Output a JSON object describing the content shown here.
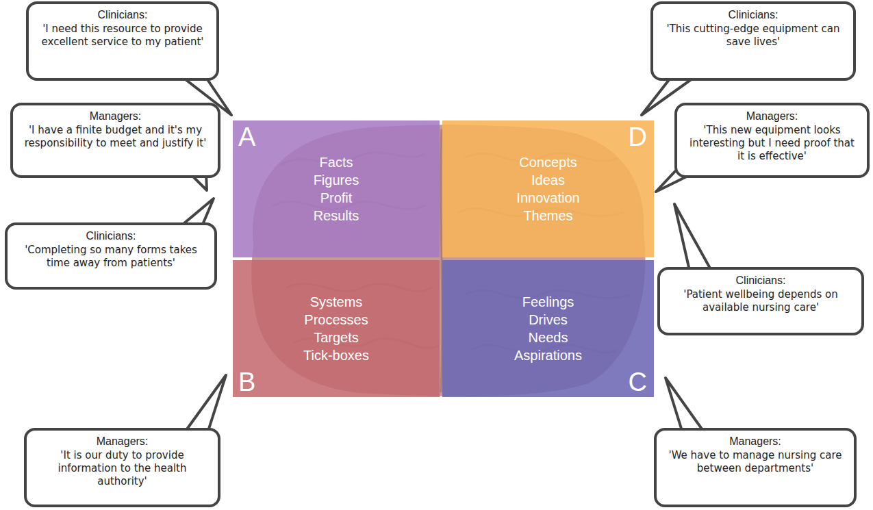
{
  "diagram": {
    "nodes": [
      {
        "text": [
          "A",
          "Facts",
          "Figures",
          "Profit",
          "Results"
        ]
      },
      {
        "text": [
          "D",
          "Concepts",
          "Ideas",
          "Innovation",
          "Themes"
        ]
      },
      {
        "text": [
          "B",
          "Systems",
          "Processes",
          "Targets",
          "Tick-boxes"
        ]
      },
      {
        "text": [
          "C",
          "Feelings",
          "Drives",
          "Needs",
          "Aspirations"
        ]
      },
      {
        "text": [
          "Clinicians:",
          "'I need this resource to provide excellent service to my patient'"
        ]
      },
      {
        "text": [
          "Clinicians:",
          "'This cutting-edge equipment can save lives'"
        ]
      },
      {
        "text": [
          "Managers:",
          "'I have a finite budget and it's my responsibility to meet and justify it'"
        ]
      },
      {
        "text": [
          "Managers:",
          "'This new equipment looks interesting but I need proof that it is effective'"
        ]
      },
      {
        "text": [
          "Clinicians:",
          "'Completing so many forms takes time away from patients'"
        ]
      },
      {
        "text": [
          "Clinicians:",
          "'Patient wellbeing depends on available nursing care'"
        ]
      },
      {
        "text": [
          "Managers:",
          "'It is our duty to provide information to the health authority'"
        ]
      },
      {
        "text": [
          "Managers:",
          "'We have to manage nursing care between departments'"
        ]
      }
    ]
  }
}
